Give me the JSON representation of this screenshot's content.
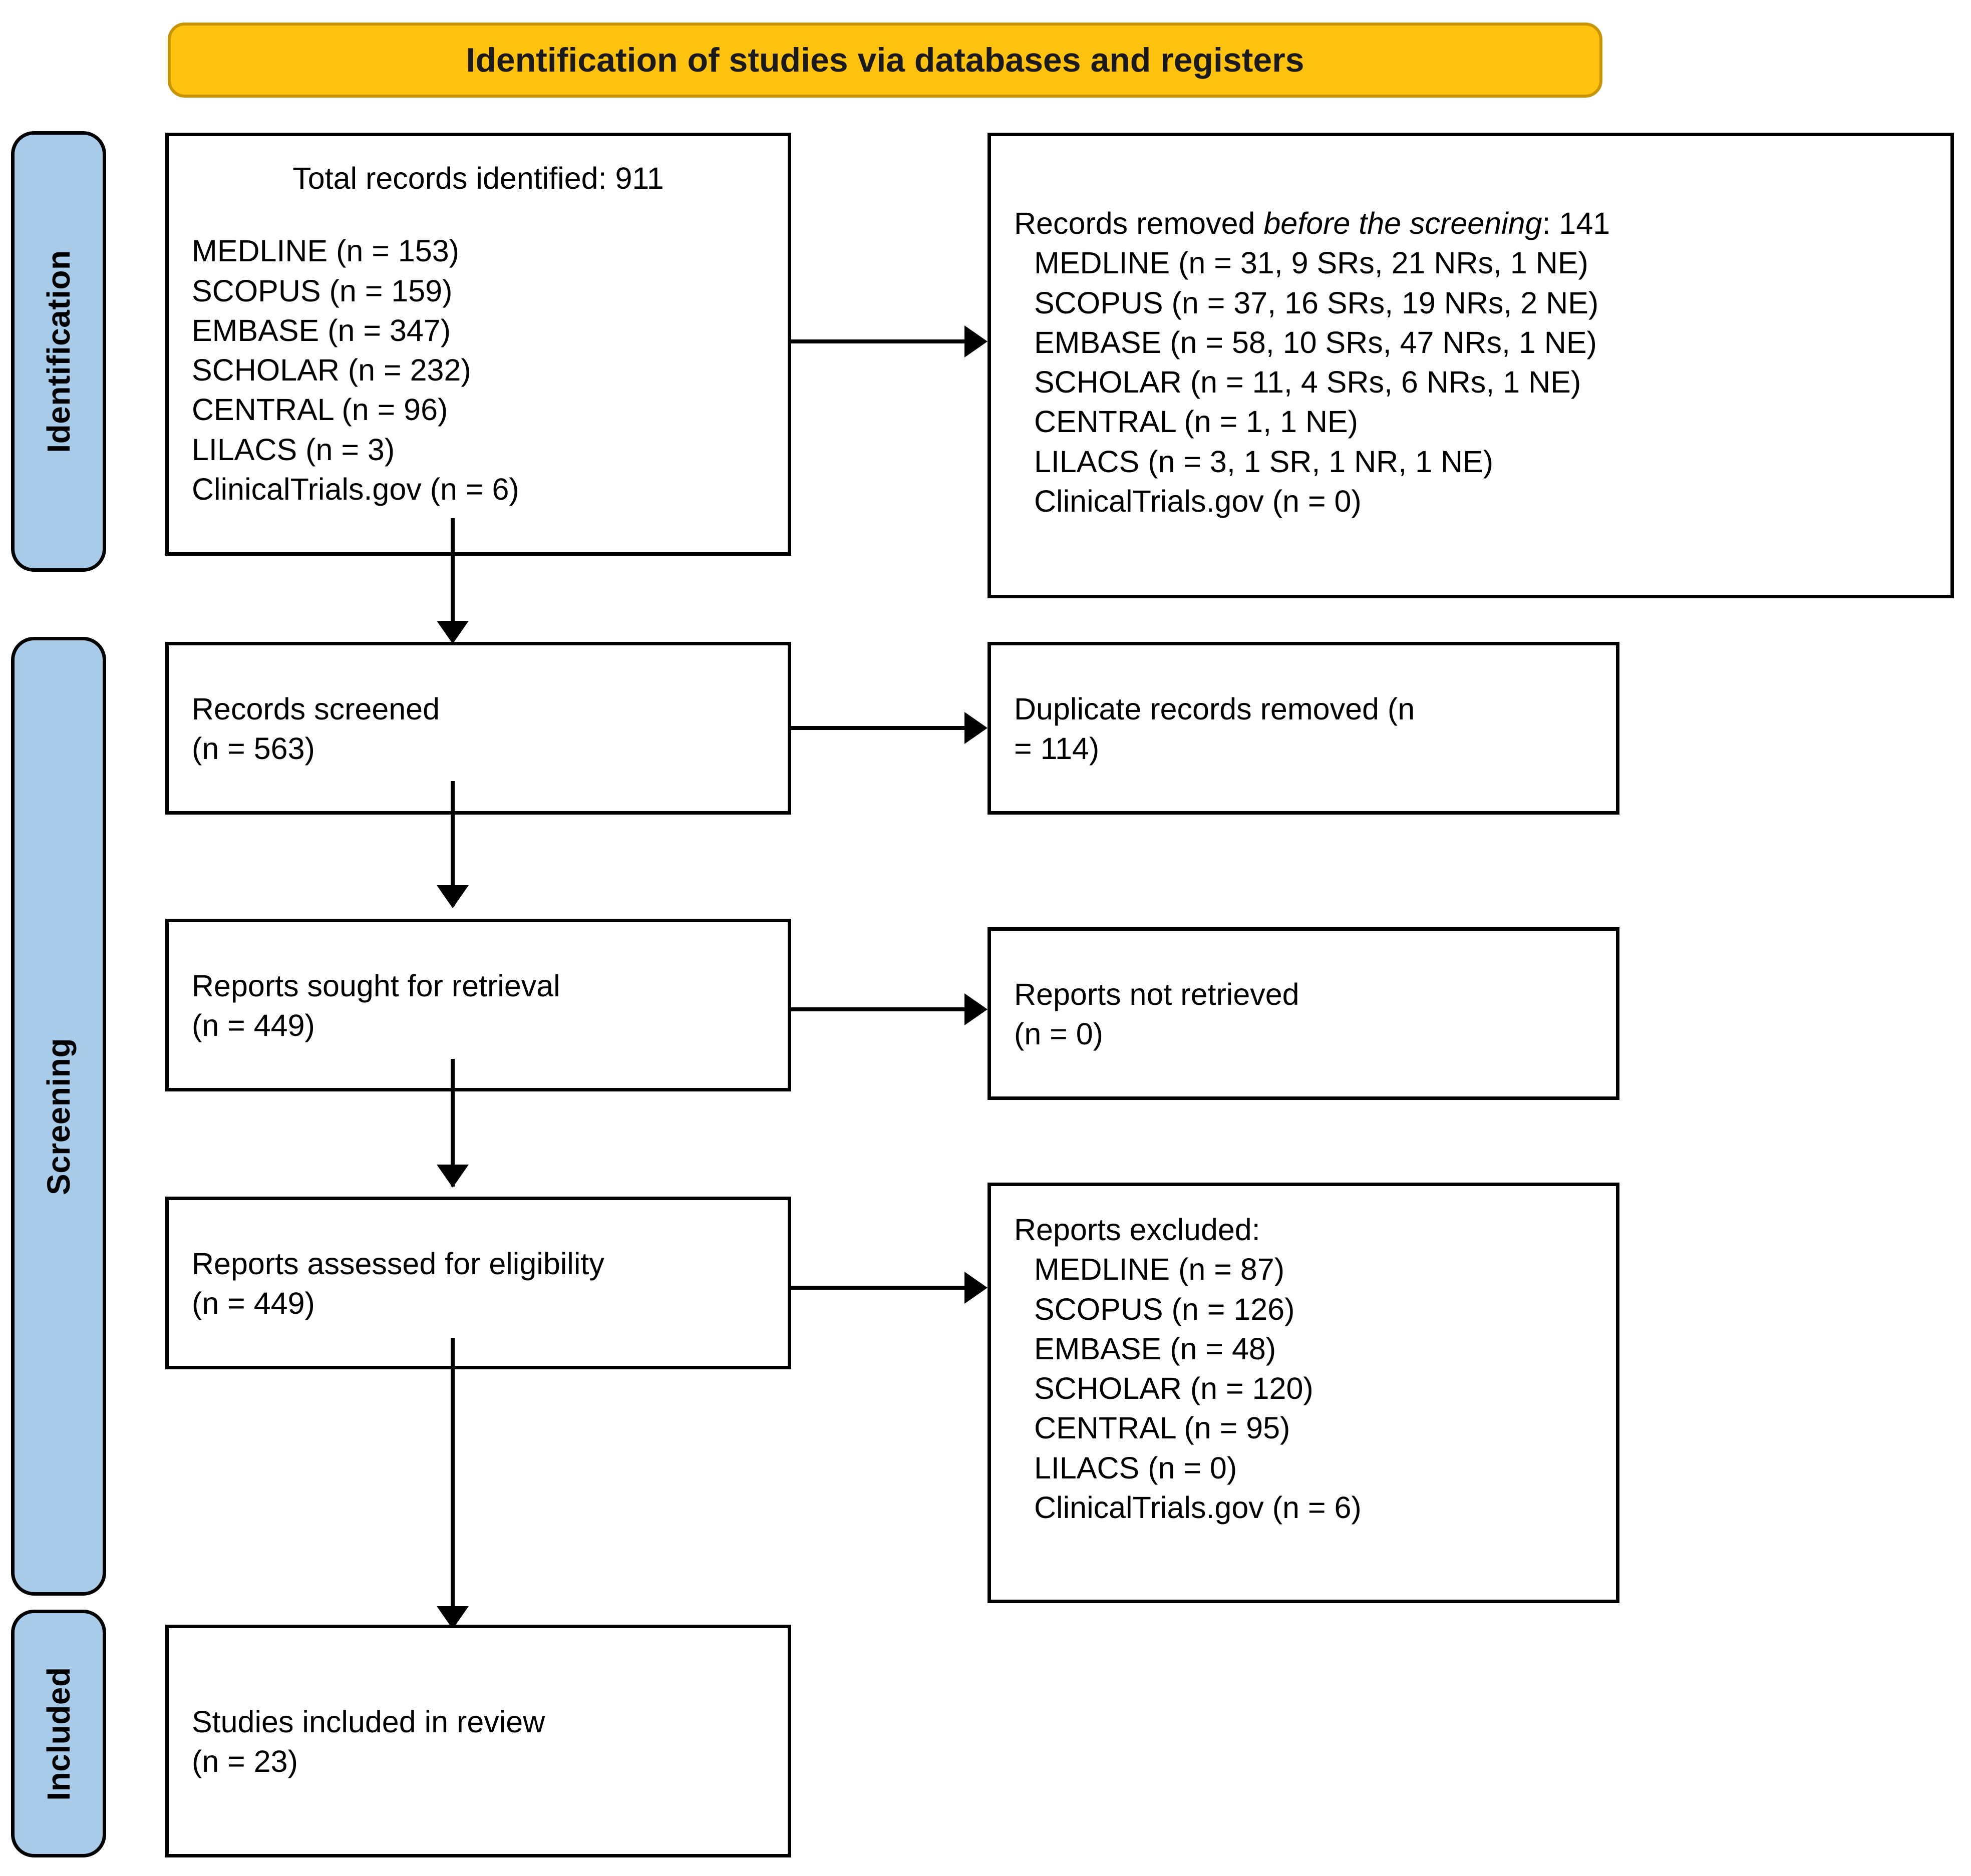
{
  "header": {
    "title": "Identification of studies via databases and registers"
  },
  "stages": [
    {
      "key": "identification",
      "label": "Identification"
    },
    {
      "key": "screening",
      "label": "Screening"
    },
    {
      "key": "included",
      "label": "Included"
    }
  ],
  "boxes": {
    "records_identified": {
      "title": "Total records identified: 911",
      "items": [
        "MEDLINE (n = 153)",
        "SCOPUS (n = 159)",
        "EMBASE (n = 347)",
        "SCHOLAR (n = 232)",
        "CENTRAL (n = 96)",
        "LILACS (n = 3)",
        "ClinicalTrials.gov (n = 6)"
      ]
    },
    "records_removed": {
      "title_prefix": "Records removed ",
      "title_italic": "before the screening",
      "title_suffix": ": 141",
      "items": [
        "MEDLINE (n = 31, 9 SRs, 21 NRs, 1 NE)",
        "SCOPUS (n = 37, 16 SRs, 19 NRs, 2 NE)",
        "EMBASE (n = 58, 10 SRs, 47 NRs, 1 NE)",
        "SCHOLAR (n = 11, 4 SRs, 6 NRs, 1 NE)",
        "CENTRAL (n = 1, 1 NE)",
        "LILACS (n = 3, 1 SR, 1 NR, 1 NE)",
        "ClinicalTrials.gov (n = 0)"
      ]
    },
    "records_screened": {
      "line1": "Records screened",
      "line2": "(n = 563)"
    },
    "duplicates_removed": {
      "line1": "Duplicate records removed  (n",
      "line2": "= 114)"
    },
    "reports_sought": {
      "line1": "Reports sought for retrieval",
      "line2": "(n = 449)"
    },
    "reports_not_retrieved": {
      "line1": "Reports not retrieved",
      "line2": "(n = 0)"
    },
    "reports_assessed": {
      "line1": "Reports assessed for eligibility",
      "line2": "(n = 449)"
    },
    "reports_excluded": {
      "title": "Reports excluded:",
      "items": [
        "MEDLINE (n = 87)",
        "SCOPUS (n = 126)",
        "EMBASE (n = 48)",
        "SCHOLAR (n = 120)",
        "CENTRAL (n = 95)",
        "LILACS (n = 0)",
        "ClinicalTrials.gov (n = 6)"
      ]
    },
    "studies_included": {
      "line1": "Studies included in review",
      "line2": "(n = 23)"
    }
  },
  "colors": {
    "header_fill": "#FFC20E",
    "header_border": "#C89400",
    "stage_fill": "#A8CBEA",
    "box_border": "#000000",
    "background": "#FFFFFF"
  }
}
